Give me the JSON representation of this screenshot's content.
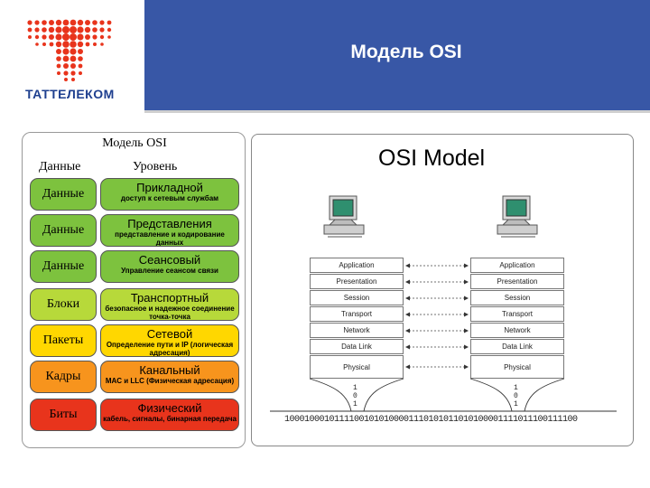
{
  "header": {
    "title": "Модель OSI",
    "logo_text": "ТАТТЕЛЕКОМ",
    "title_bg": "#3857a6",
    "logo_red": "#e8341c"
  },
  "left_panel": {
    "title": "Модель OSI",
    "col_data": "Данные",
    "col_layer": "Уровень",
    "rows": [
      {
        "pdu": "Данные",
        "layer": "Прикладной",
        "desc": "доступ к сетевым службам",
        "color": "green"
      },
      {
        "pdu": "Данные",
        "layer": "Представления",
        "desc": "представление и кодирование данных",
        "color": "green"
      },
      {
        "pdu": "Данные",
        "layer": "Сеансовый",
        "desc": "Управление сеансом связи",
        "color": "green"
      },
      {
        "pdu": "Блоки",
        "layer": "Транспортный",
        "desc": "безопасное и надежное соединение точка-точка",
        "color": "pale-yellow"
      },
      {
        "pdu": "Пакеты",
        "layer": "Сетевой",
        "desc": "Определение пути и IP (логическая адресация)",
        "color": "yellow"
      },
      {
        "pdu": "Кадры",
        "layer": "Канальный",
        "desc": "MAC и LLC (Физическая адресация)",
        "color": "orange"
      },
      {
        "pdu": "Биты",
        "layer": "Физический",
        "desc": "кабель, сигналы, бинарная передача",
        "color": "red"
      }
    ]
  },
  "right_panel": {
    "title": "OSI Model",
    "left_stack": [
      "Application",
      "Presentation",
      "Session",
      "Transport",
      "Network",
      "Data Link",
      "Physical"
    ],
    "right_stack": [
      "Application",
      "Presentation",
      "Session",
      "Transport",
      "Network",
      "Data Link",
      "Physical"
    ],
    "bit_labels": [
      "1",
      "0",
      "1"
    ],
    "bit_stream": "10001000101111001010100001110101011010100001111011100111100"
  }
}
